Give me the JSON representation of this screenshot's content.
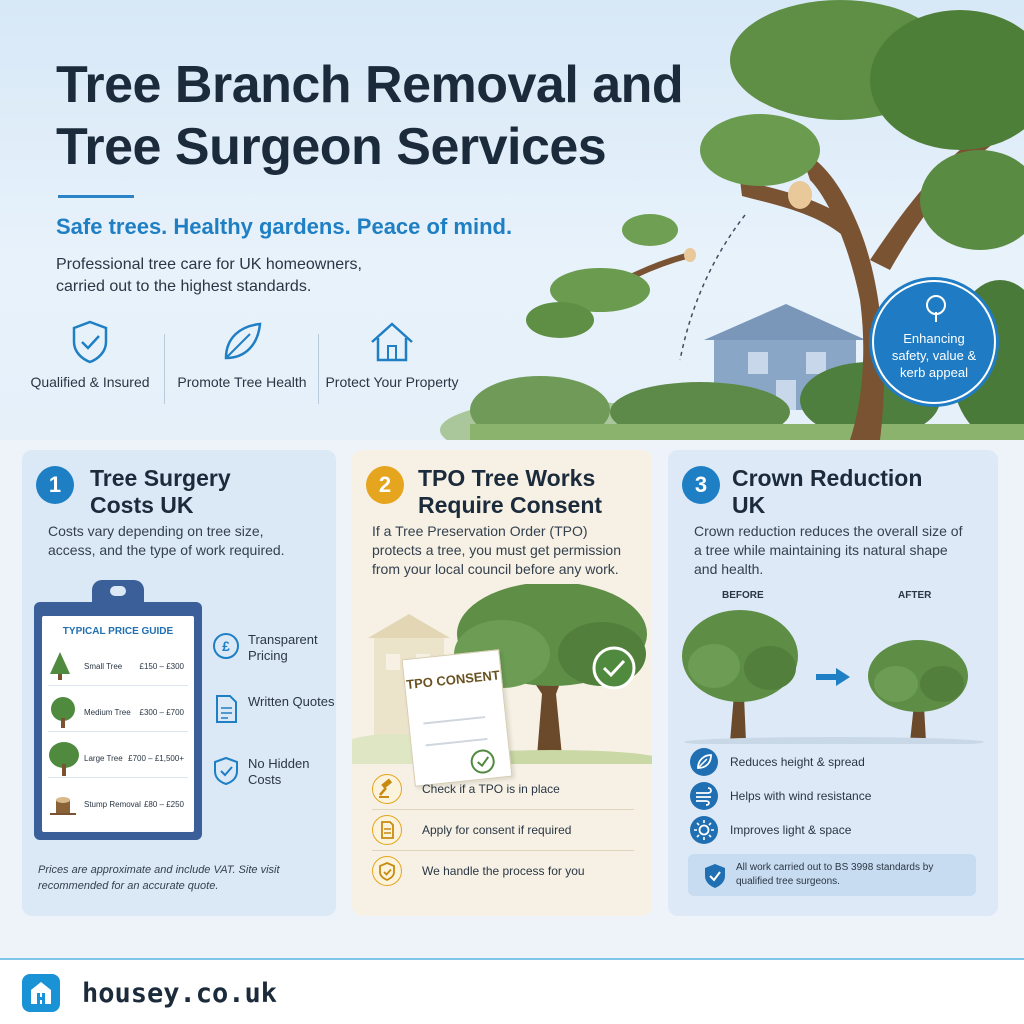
{
  "hero": {
    "title": "Tree Branch Removal and Tree Surgeon Services",
    "tagline": "Safe trees. Healthy gardens. Peace of mind.",
    "description": "Professional tree care for UK homeowners, carried out to the highest standards.",
    "features": [
      {
        "label": "Qualified & Insured",
        "icon": "shield-check-icon"
      },
      {
        "label": "Promote Tree Health",
        "icon": "leaf-icon"
      },
      {
        "label": "Protect Your Property",
        "icon": "house-icon"
      }
    ],
    "badge": "Enhancing safety, value & kerb appeal"
  },
  "cards": {
    "costs": {
      "number": "1",
      "title": "Tree Surgery Costs UK",
      "text": "Costs vary depending on tree size, access, and the type of work required.",
      "guide_title": "TYPICAL PRICE GUIDE",
      "prices": [
        {
          "name": "Small Tree",
          "price": "£150 – £300"
        },
        {
          "name": "Medium Tree",
          "price": "£300 – £700"
        },
        {
          "name": "Large Tree",
          "price": "£700 – £1,500+"
        },
        {
          "name": "Stump Removal",
          "price": "£80 – £250"
        }
      ],
      "side_features": [
        {
          "label": "Transparent Pricing",
          "icon": "pound-icon"
        },
        {
          "label": "Written Quotes",
          "icon": "document-icon"
        },
        {
          "label": "No Hidden Costs",
          "icon": "shield-check-icon"
        }
      ],
      "note": "Prices are approximate and include VAT. Site visit recommended for an accurate quote."
    },
    "tpo": {
      "number": "2",
      "title": "TPO Tree Works Require Consent",
      "text": "If a Tree Preservation Order (TPO) protects a tree, you must get permission from your local council before any work.",
      "doc_label": "TPO CONSENT",
      "steps": [
        {
          "label": "Check if a TPO is in place",
          "icon": "gavel-icon"
        },
        {
          "label": "Apply for consent if required",
          "icon": "document-icon"
        },
        {
          "label": "We handle the process for you",
          "icon": "shield-check-icon"
        }
      ]
    },
    "crown": {
      "number": "3",
      "title": "Crown Reduction UK",
      "text": "Crown reduction reduces the overall size of a tree while maintaining its natural shape and health.",
      "before": "BEFORE",
      "after": "AFTER",
      "benefits": [
        {
          "label": "Reduces height & spread",
          "icon": "leaf-icon"
        },
        {
          "label": "Helps with wind resistance",
          "icon": "wind-icon"
        },
        {
          "label": "Improves light & space",
          "icon": "sun-icon"
        }
      ],
      "standard": "All work carried out to BS 3998 standards by qualified tree surgeons."
    }
  },
  "footer": {
    "url": "housey.co.uk"
  },
  "colors": {
    "accent": "#1f7fc4",
    "gold": "#e5a51f",
    "navy": "#1c2b3b"
  }
}
